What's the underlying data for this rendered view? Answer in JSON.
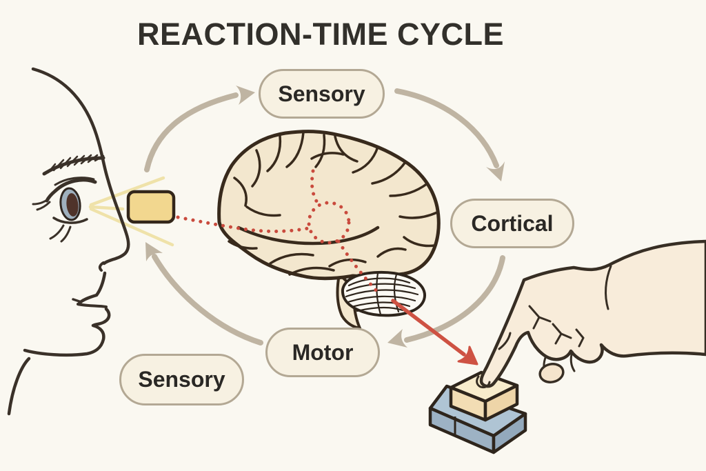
{
  "diagram": {
    "title": "REACTION-TIME CYCLE",
    "nodes": [
      {
        "id": "sensory-top",
        "label": "Sensory"
      },
      {
        "id": "cortical",
        "label": "Cortical"
      },
      {
        "id": "motor",
        "label": "Motor"
      },
      {
        "id": "sensory-bottom",
        "label": "Sensory"
      }
    ],
    "illustrations": [
      "face-profile-icon",
      "eye-icon",
      "light-stimulus-icon",
      "brain-icon",
      "cycle-arrow-icon",
      "neural-signal-path-icon",
      "hand-pressing-button-icon",
      "response-button-icon"
    ],
    "colors": {
      "background": "#FAF8F1",
      "node_fill": "#F7F1E2",
      "node_border": "#B3A894",
      "cycle_arrow": "#BFB4A2",
      "signal_red": "#C94A3D",
      "stimulus_yellow": "#F2D78F",
      "light_ray_yellow": "#EFE2A9",
      "brain_fill": "#F3E7CE",
      "skin": "#F8ECDA",
      "button_base_blue": "#AFC4D4",
      "button_key_cream": "#F8ECCC",
      "outline_dark": "#382E22",
      "title_text": "#32302B"
    }
  }
}
